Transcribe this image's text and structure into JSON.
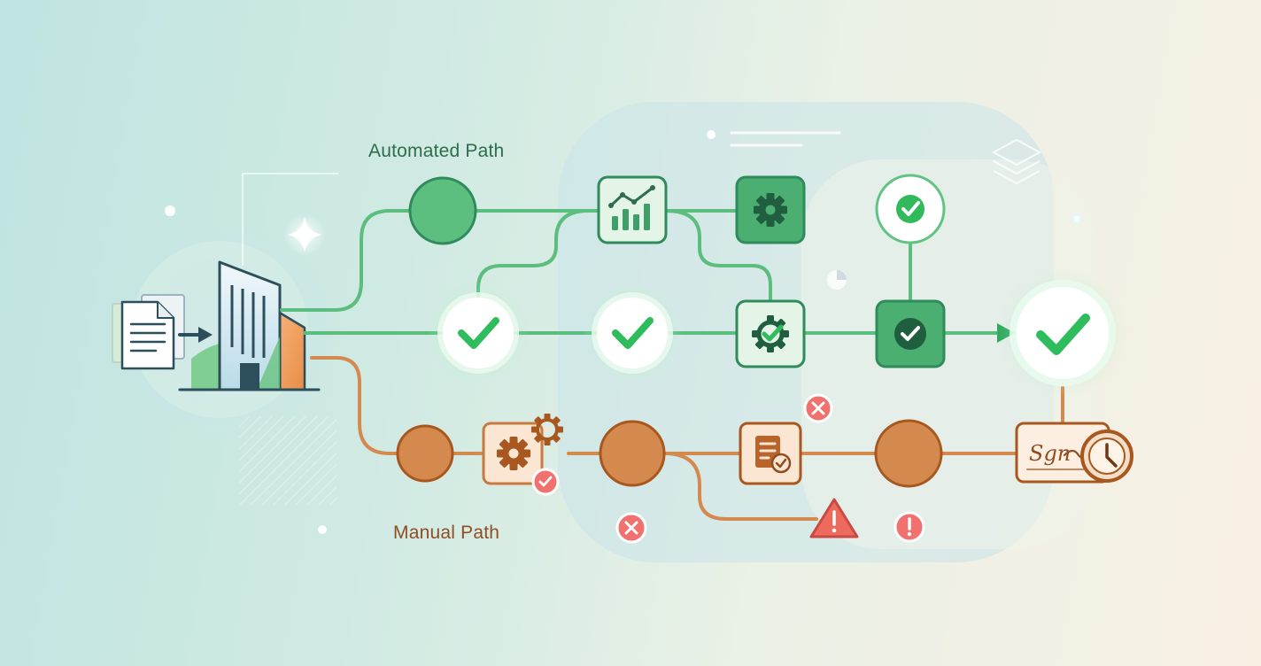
{
  "labels": {
    "automated": "Automated Path",
    "manual": "Manual Path",
    "signature": "Sgn"
  },
  "colors": {
    "green_dark": "#2f8a5c",
    "green_mid": "#4fb87a",
    "green_light": "#dff3e5",
    "check_green": "#2ebc5c",
    "orange_dark": "#a8581f",
    "orange_mid": "#d48a4e",
    "orange_light": "#fae6d2",
    "error_red": "#f0716e",
    "label_green": "#2c6e4a",
    "label_orange": "#8f4d22"
  },
  "icons": [
    "documents-icon",
    "arrow-right-icon",
    "building-icon",
    "sparkle-icon",
    "chart-icon",
    "gear-icon",
    "gear-check-icon",
    "check-icon",
    "warning-icon",
    "error-x-icon",
    "exclamation-icon",
    "signature-icon",
    "clock-icon",
    "layers-icon",
    "form-check-icon"
  ]
}
